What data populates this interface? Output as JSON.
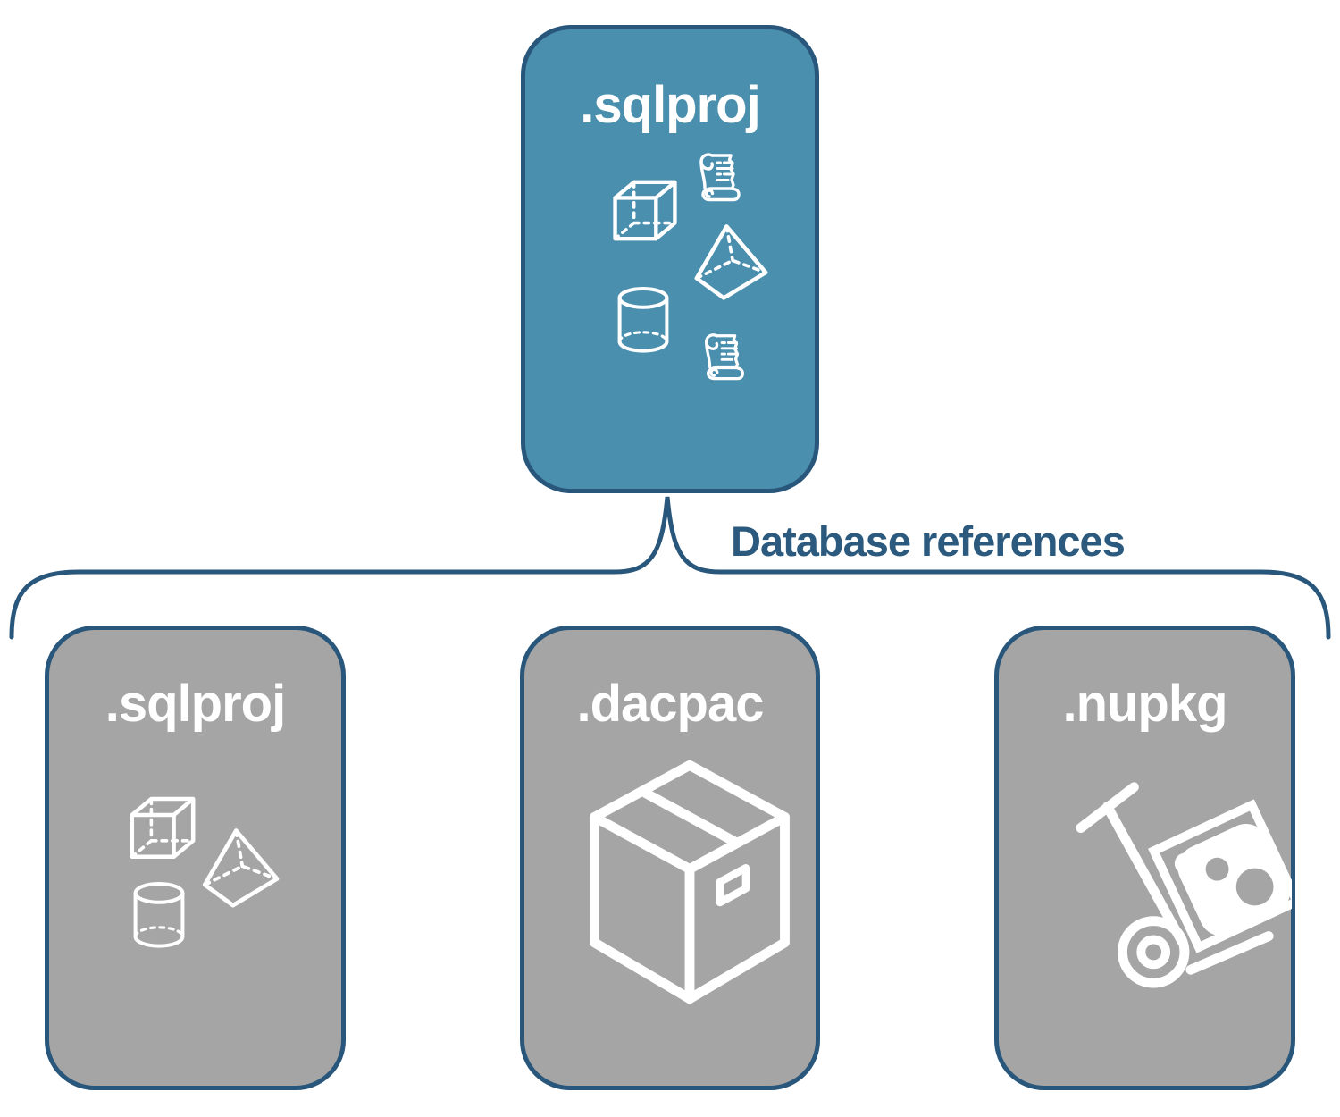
{
  "colors": {
    "accent_blue": "#4a8fae",
    "box_gray": "#a5a5a5",
    "outline_navy": "#29567b",
    "label_navy": "#2b5a7e",
    "icon_white": "#ffffff"
  },
  "diagram": {
    "connector_label": "Database references",
    "root_box": {
      "label": ".sqlproj",
      "icons": [
        "scroll-icon",
        "cube-icon",
        "pyramid-icon",
        "cylinder-icon",
        "scroll-icon"
      ]
    },
    "child_boxes": [
      {
        "label": ".sqlproj",
        "icons": [
          "cube-icon",
          "pyramid-icon",
          "cylinder-icon"
        ]
      },
      {
        "label": ".dacpac",
        "icons": [
          "package-box-icon"
        ]
      },
      {
        "label": ".nupkg",
        "icons": [
          "nuget-dolly-icon"
        ]
      }
    ]
  }
}
